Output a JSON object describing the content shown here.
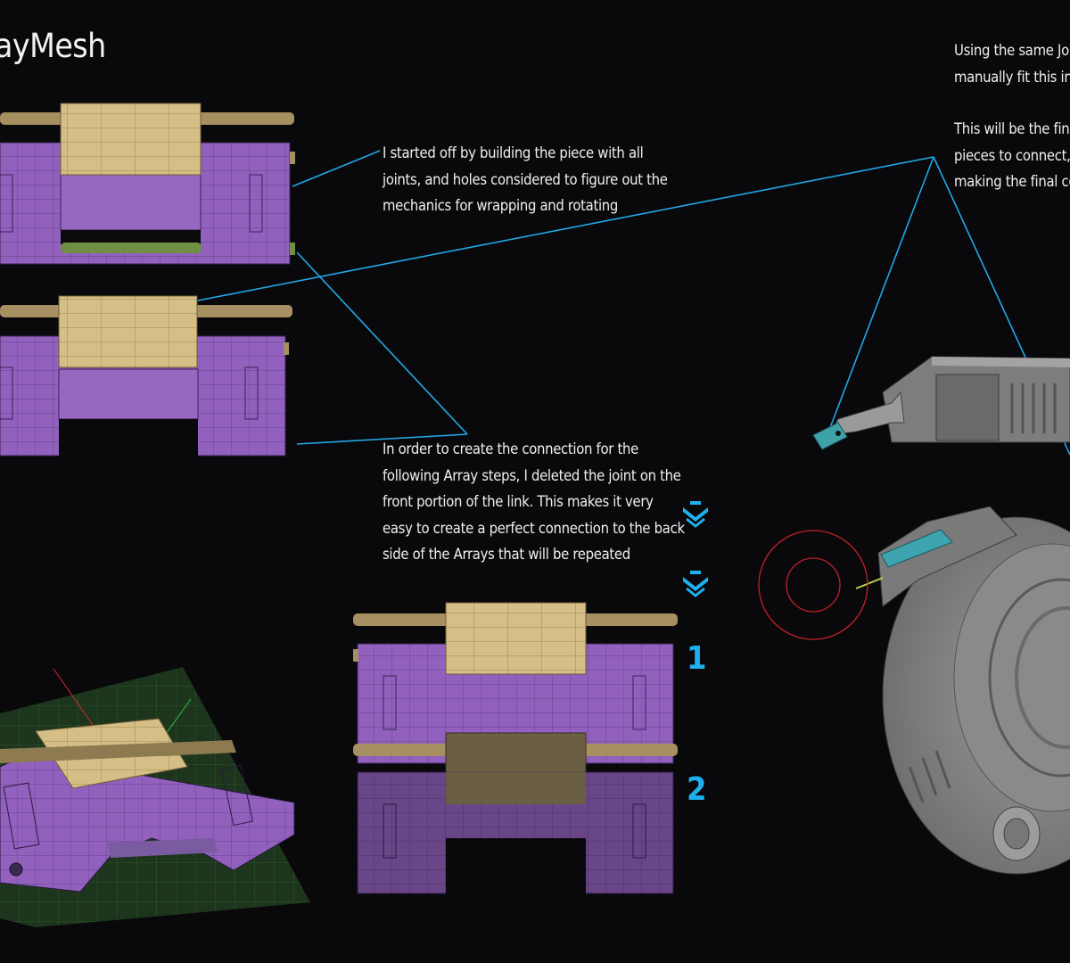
{
  "title": "ayMesh",
  "notes": {
    "intro": [
      "I started off by building the piece with all",
      "joints, and holes considered to figure out the",
      "mechanics for wrapping and rotating"
    ],
    "connection": [
      "In order to create the connection for the",
      "following Array steps, I deleted the joint on the",
      "front portion of the link. This makes it very",
      "easy to create a perfect connection to the back",
      "side of the Arrays that will be repeated"
    ],
    "right_top": [
      "Using the same Join",
      "manually fit this into"
    ],
    "right_final": [
      "This will be the fina",
      "pieces to connect, a",
      "making the final con"
    ]
  },
  "steps": [
    "1",
    "2"
  ],
  "icons": [
    "chevron-down-icon",
    "chevron-down-icon"
  ],
  "colors": {
    "background": "#09080b",
    "link_purple": "#9161bd",
    "pin_tan": "#d4bd84",
    "callout_line": "#22a8e6",
    "step_blue": "#1fb0ef",
    "model_gray": "#8c8c8c",
    "selection_cyan": "#3aa6b0",
    "cursor_red": "#c3202a"
  }
}
